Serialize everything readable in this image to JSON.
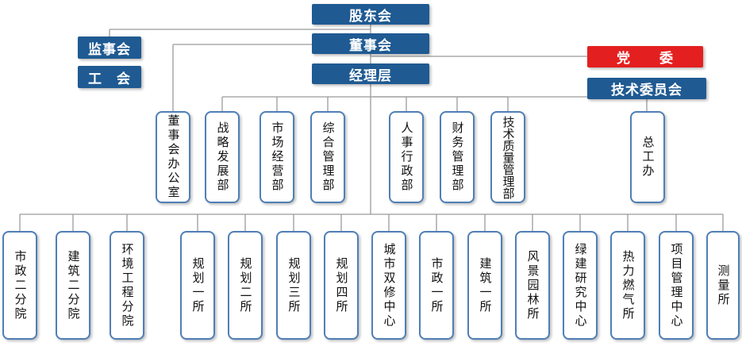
{
  "top": {
    "shareholders": "股东会",
    "board": "董事会",
    "management": "经理层",
    "supervisory": "监事会",
    "union": "工　会",
    "party": "党　　委",
    "technical_committee": "技术委员会"
  },
  "departments": [
    "董事会办公室",
    "战略发展部",
    "市场经营部",
    "综合管理部",
    "人事行政部",
    "财务管理部",
    "技术质量管理部"
  ],
  "chief_engineer_office": "总工办",
  "branches": [
    "市政二分院",
    "建筑二分院",
    "环境工程分院",
    "规划一所",
    "规划二所",
    "规划三所",
    "规划四所",
    "城市双修中心",
    "市政一所",
    "建筑一所",
    "风景园林所",
    "绿建研究中心",
    "热力燃气所",
    "项目管理中心",
    "测量所"
  ],
  "colors": {
    "header": "#1f5a92",
    "party": "#e41f1f",
    "box_border": "#4f7fb6",
    "connector": "#9a9a9a"
  }
}
